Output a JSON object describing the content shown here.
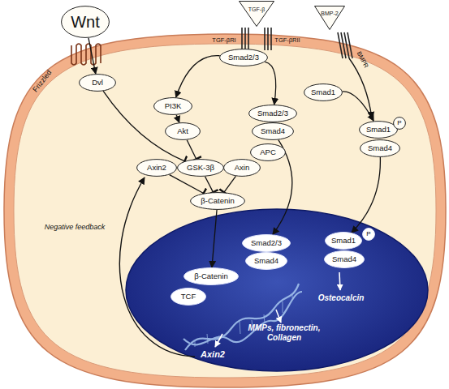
{
  "diagram": {
    "nodes": [
      {
        "text": [
          "Wnt"
        ]
      },
      {
        "text": [
          "Dvl"
        ]
      },
      {
        "text": [
          "TGF-β"
        ]
      },
      {
        "text": [
          "Smad2/3"
        ]
      },
      {
        "text": [
          "PI3K"
        ]
      },
      {
        "text": [
          "Akt"
        ]
      },
      {
        "text": [
          "Smad2/3"
        ]
      },
      {
        "text": [
          "Smad4"
        ]
      },
      {
        "text": [
          "BMP-2"
        ]
      },
      {
        "text": [
          "Smad1"
        ]
      },
      {
        "text": [
          "Smad1"
        ]
      },
      {
        "text": [
          "P"
        ]
      },
      {
        "text": [
          "Smad4"
        ]
      },
      {
        "text": [
          "Axin2"
        ]
      },
      {
        "text": [
          "GSK-3β"
        ]
      },
      {
        "text": [
          "Axin"
        ]
      },
      {
        "text": [
          "APC"
        ]
      },
      {
        "text": [
          "β-Catenin"
        ]
      },
      {
        "text": [
          "Smad2/3"
        ]
      },
      {
        "text": [
          "Smad4"
        ]
      },
      {
        "text": [
          "Smad1"
        ]
      },
      {
        "text": [
          "P"
        ]
      },
      {
        "text": [
          "Smad4"
        ]
      },
      {
        "text": [
          "β-Catenin"
        ]
      },
      {
        "text": [
          "TCF"
        ]
      }
    ],
    "edges": [
      {
        "from": 0,
        "to": 1,
        "arrow": "to"
      },
      {
        "from": 1,
        "to": 14,
        "arrow": "to"
      },
      {
        "from": 3,
        "to": 4,
        "arrow": "to"
      },
      {
        "from": 4,
        "to": 5,
        "arrow": "to"
      },
      {
        "from": 5,
        "to": 14,
        "arrow": "to"
      },
      {
        "from": 3,
        "to": 6,
        "arrow": "to"
      },
      {
        "from": 9,
        "to": 10,
        "arrow": "to"
      },
      {
        "from": 13,
        "to": 17,
        "arrow": "to"
      },
      {
        "from": 14,
        "to": 17,
        "arrow": "to"
      },
      {
        "from": 15,
        "to": 17,
        "arrow": "to"
      },
      {
        "from": 17,
        "to": 23,
        "arrow": "to"
      },
      {
        "from": 7,
        "to": 18,
        "arrow": "to"
      },
      {
        "from": 12,
        "to": 20,
        "arrow": "to"
      }
    ],
    "labels": [
      "Frizzled",
      "TGF-βRI",
      "TGF-βRII",
      "BMPR",
      "Negative feedback",
      "Osteocalcin",
      "MMPs, fibronectin, Collagen",
      "Axin2"
    ]
  }
}
